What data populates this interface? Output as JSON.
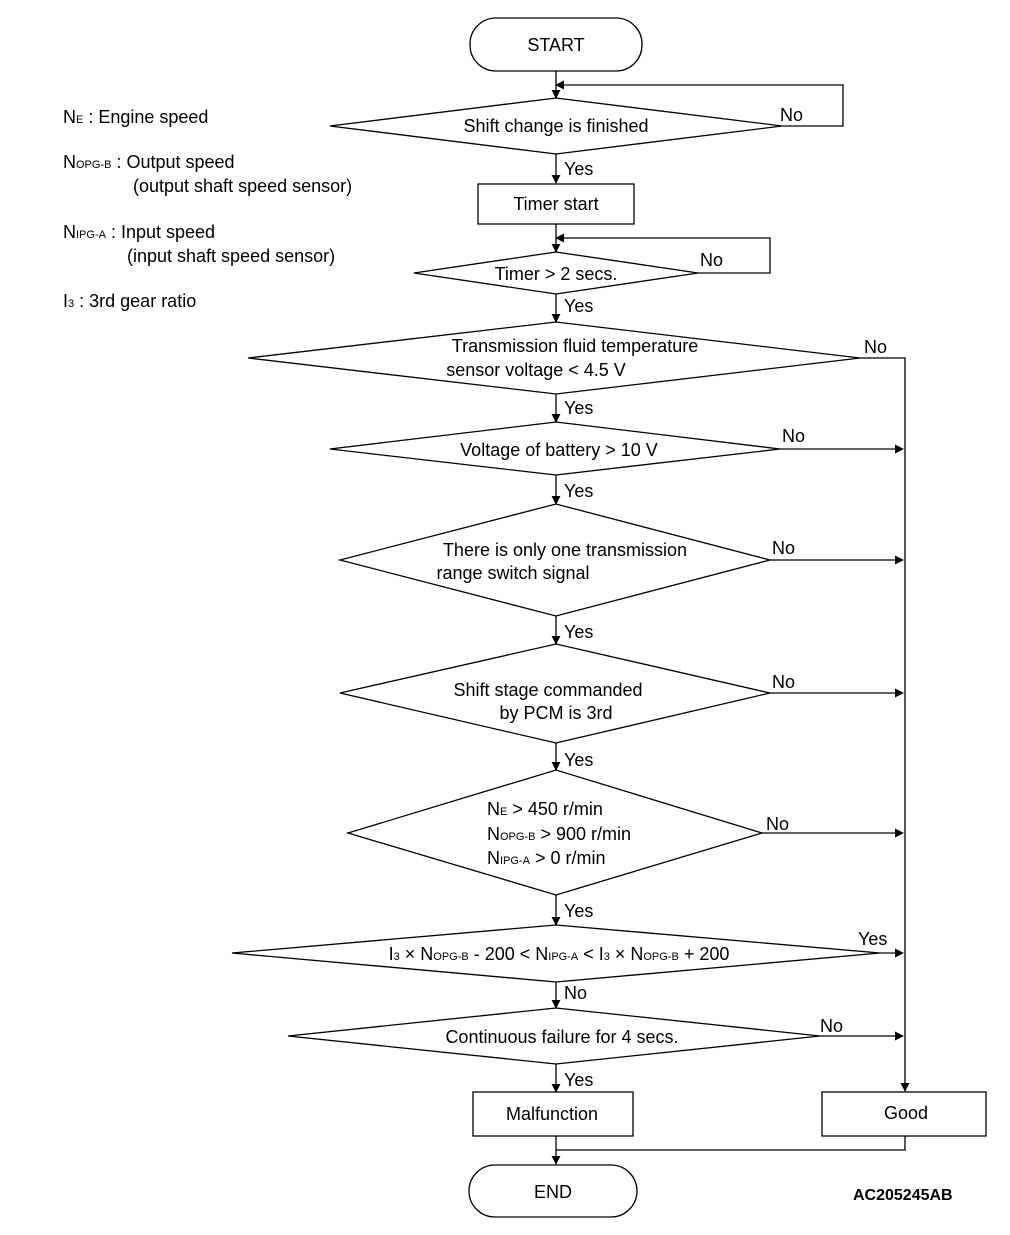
{
  "legend": {
    "ne_label": "N",
    "ne_sub": "E",
    "ne_desc": " : Engine speed",
    "nopgb_label": "N",
    "nopgb_sub": "OPG-B",
    "nopgb_desc": " : Output speed",
    "nopgb_desc2": "(output shaft speed sensor)",
    "nipga_label": "N",
    "nipga_sub": "IPG-A",
    "nipga_desc": " : Input speed",
    "nipga_desc2": "(input shaft speed sensor)",
    "i3_label": "I",
    "i3_sub": "3",
    "i3_desc": " : 3rd gear ratio"
  },
  "nodes": {
    "start": "START",
    "shift_finished": "Shift change is finished",
    "timer_start": "Timer start",
    "timer_2s": "Timer > 2 secs.",
    "fluid_temp_l1": "Transmission fluid temperature",
    "fluid_temp_l2": "sensor voltage < 4.5 V",
    "battery": "Voltage of battery > 10 V",
    "range_l1": "There is only one transmission",
    "range_l2": "range switch signal",
    "stage_l1": "Shift stage commanded",
    "stage_l2": "by PCM is 3rd",
    "speed_ne": {
      "n": "N",
      "sub": "E",
      "rest": " > 450 r/min"
    },
    "speed_nopgb": {
      "n": "N",
      "sub": "OPG-B",
      "rest": " > 900 r/min"
    },
    "speed_nipga": {
      "n": "N",
      "sub": "IPG-A",
      "rest": " > 0 r/min"
    },
    "ratio": {
      "i1": "I",
      "i1_sub": "3",
      "p1": " × N",
      "s1": "OPG-B",
      "p2": " - 200 < N",
      "s2": "IPG-A",
      "p3": " < I",
      "s3": "3",
      "p4": " × N",
      "s4": "OPG-B",
      "p5": " + 200"
    },
    "continuous": "Continuous failure for 4 secs.",
    "malfunction": "Malfunction",
    "good": "Good",
    "end": "END"
  },
  "labels": {
    "yes": "Yes",
    "no": "No"
  },
  "figure_code": "AC205245AB"
}
